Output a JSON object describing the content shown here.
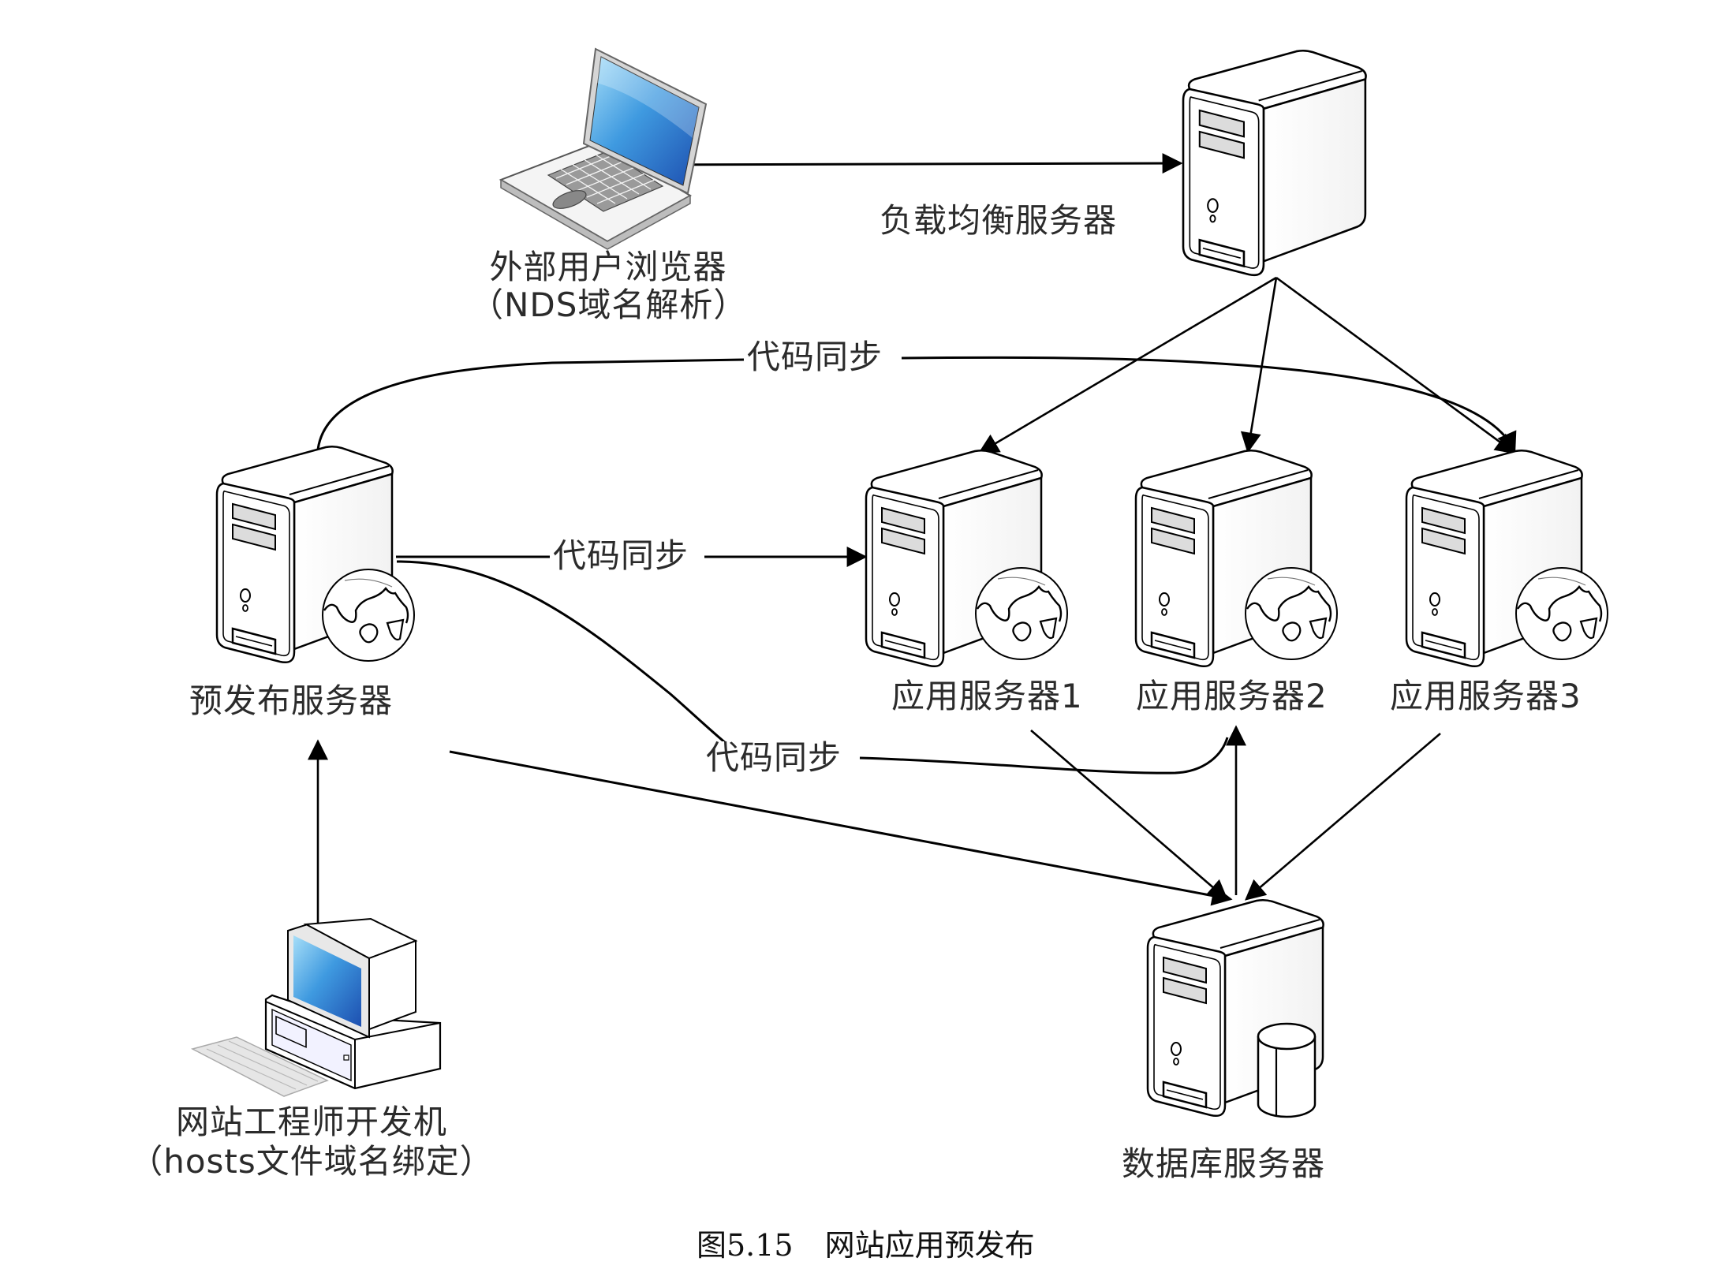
{
  "figure": {
    "caption_number": "图5.15",
    "caption_title": "网站应用预发布"
  },
  "nodes": {
    "external_browser": {
      "line1": "外部用户浏览器",
      "line2": "（NDS域名解析）",
      "icon": "laptop-icon"
    },
    "load_balancer": {
      "label": "负载均衡服务器",
      "icon": "server-icon"
    },
    "pre_release_server": {
      "label": "预发布服务器",
      "icon": "web-server-icon"
    },
    "app_server_1": {
      "label": "应用服务器1",
      "icon": "web-server-icon"
    },
    "app_server_2": {
      "label": "应用服务器2",
      "icon": "web-server-icon"
    },
    "app_server_3": {
      "label": "应用服务器3",
      "icon": "web-server-icon"
    },
    "db_server": {
      "label": "数据库服务器",
      "icon": "database-server-icon"
    },
    "dev_machine": {
      "line1": "网站工程师开发机",
      "line2": "（hosts文件域名绑定）",
      "icon": "desktop-pc-icon"
    }
  },
  "edges": {
    "sync_top": "代码同步",
    "sync_middle": "代码同步",
    "sync_bottom": "代码同步"
  },
  "colors": {
    "line": "#000000",
    "screen_blue": "#2f7fd0",
    "screen_light": "#8fd0f5",
    "drive_bay": "#d8d8d8"
  }
}
